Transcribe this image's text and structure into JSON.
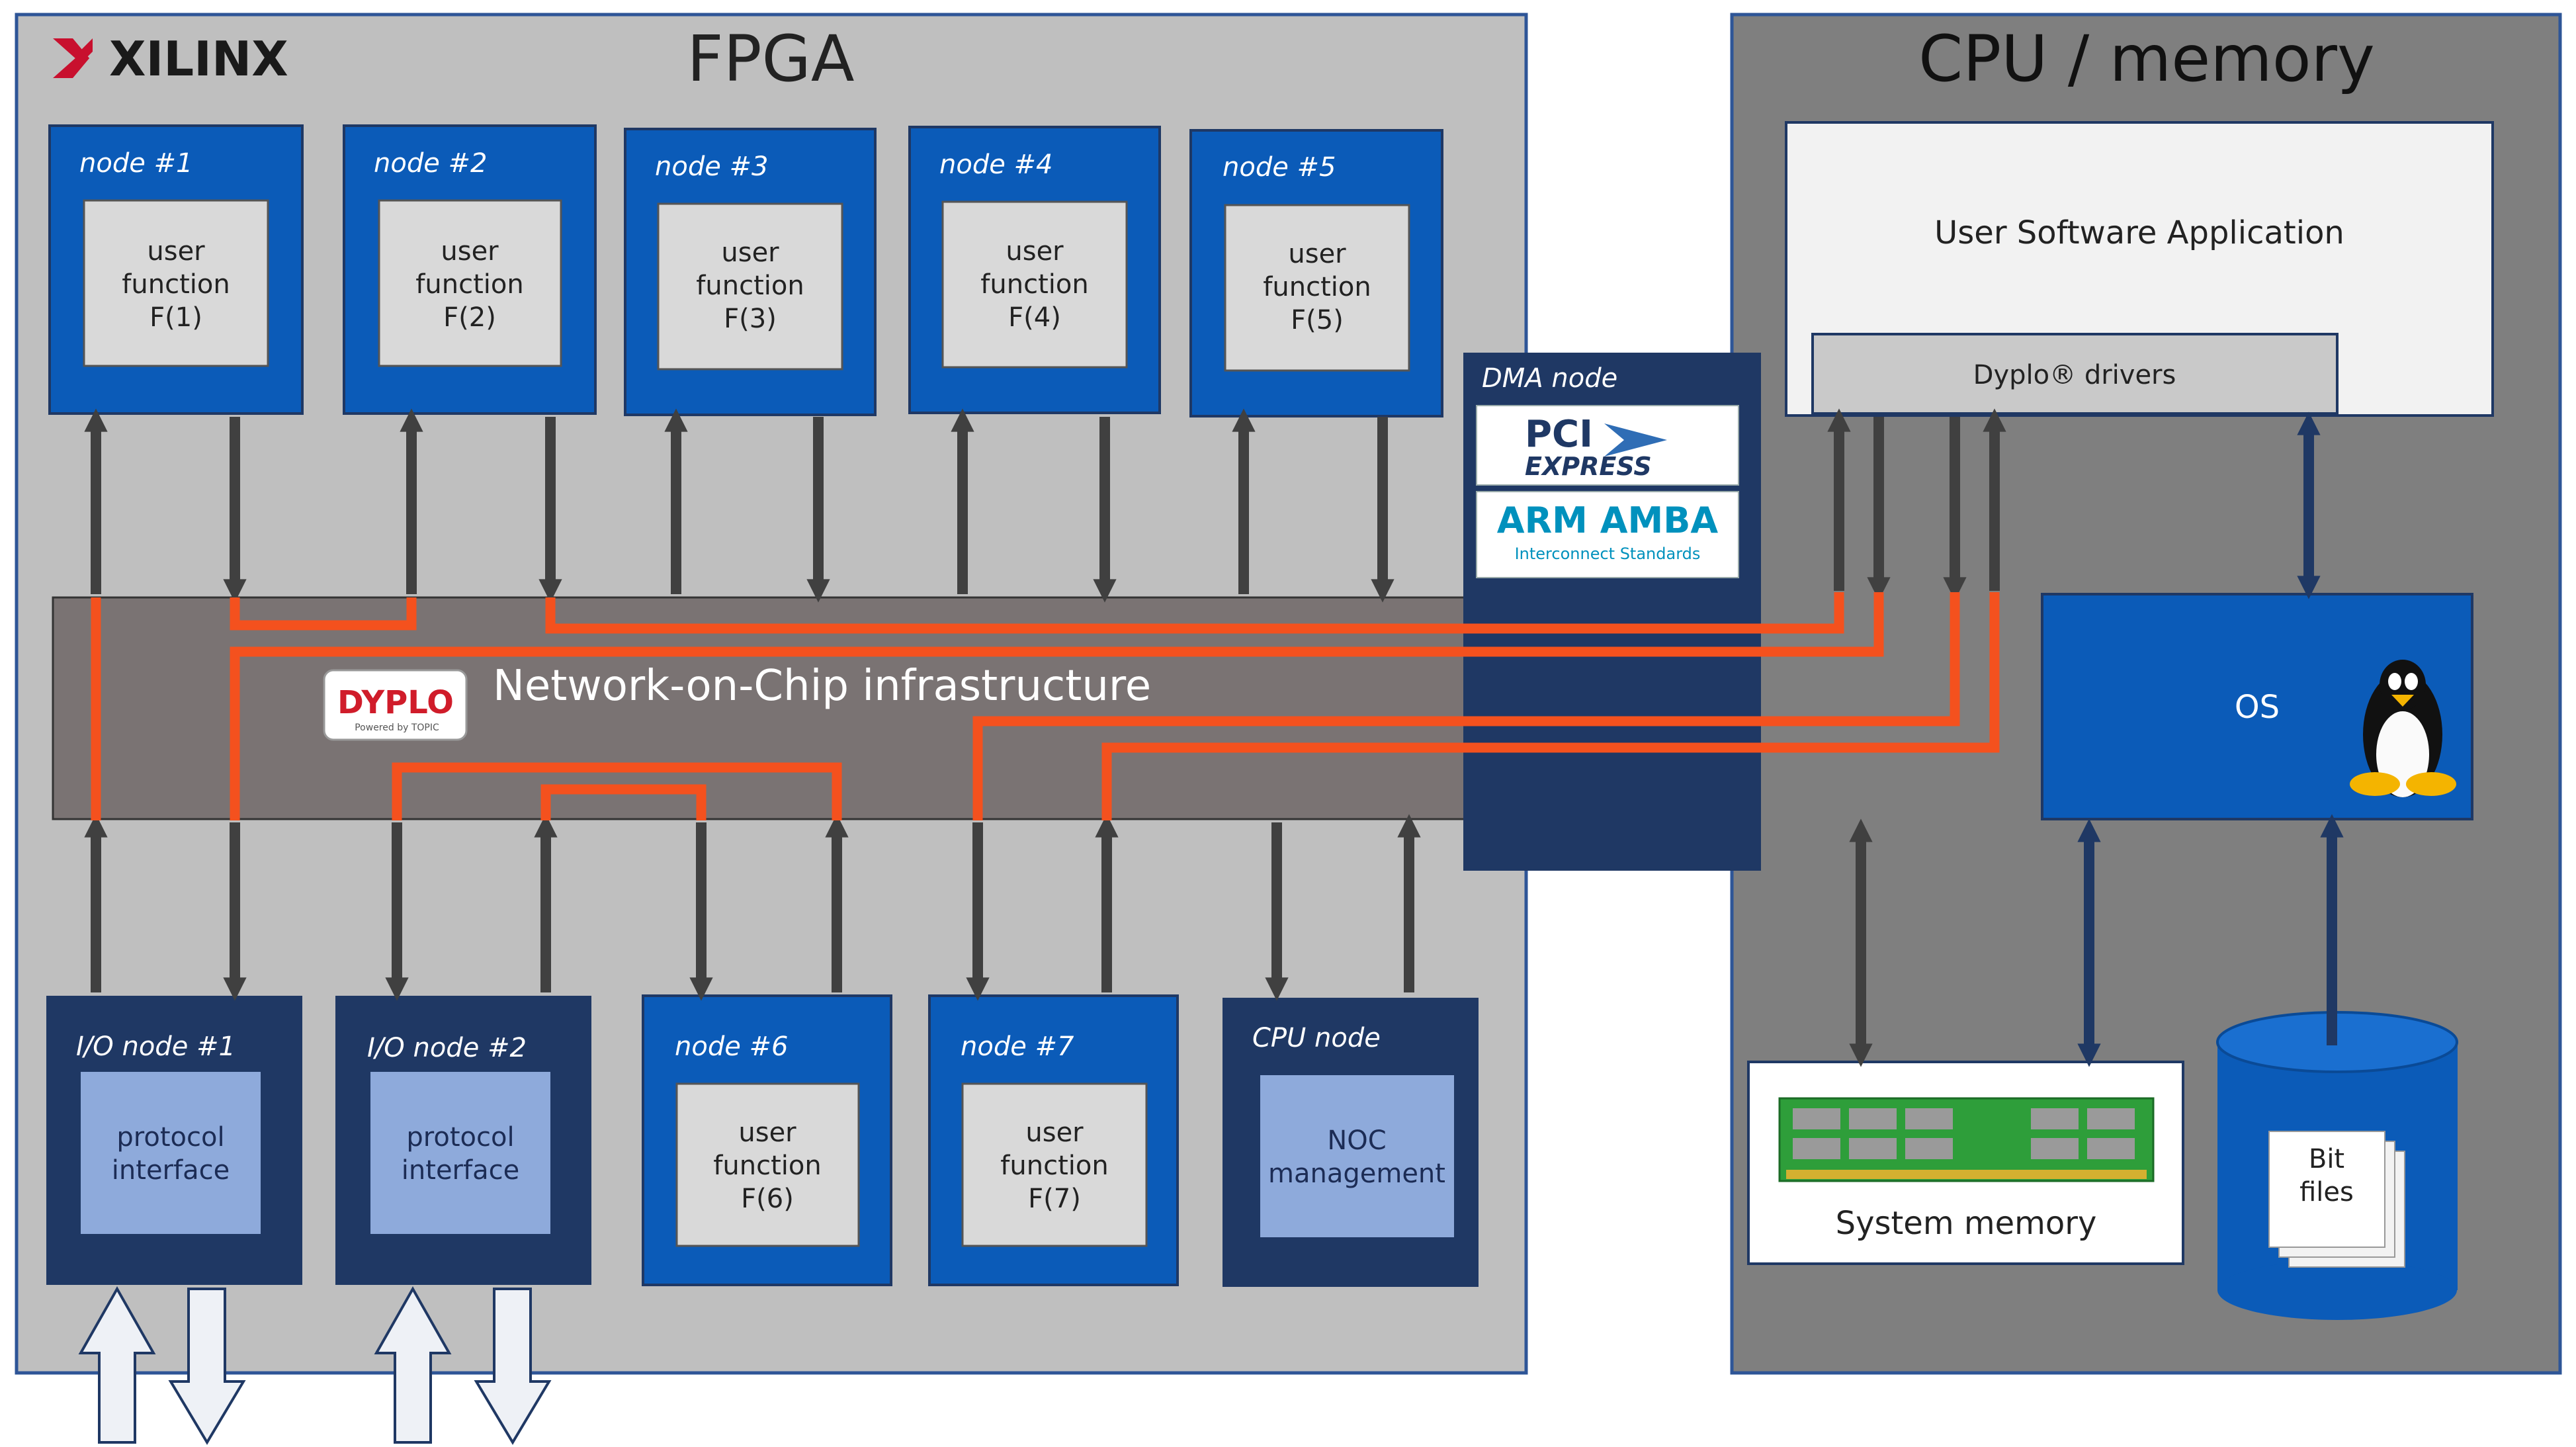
{
  "fpga": {
    "title": "FPGA",
    "logo": "XILINX",
    "logo_icon": "xilinx-logo-icon"
  },
  "cpu_memory": {
    "title": "CPU / memory",
    "app_label": "User Software Application",
    "drivers_label": "Dyplo® drivers",
    "os_label": "OS",
    "os_icon": "tux-penguin-icon",
    "system_memory_label": "System memory",
    "memory_icon": "ram-module-icon",
    "bitfiles_line1": "Bit",
    "bitfiles_line2": "files"
  },
  "noc": {
    "label": "Network-on-Chip infrastructure",
    "logo_text": "DYPLO",
    "logo_sub": "Powered by TOPIC"
  },
  "dma": {
    "title": "DMA node",
    "pci_line1": "PCI",
    "pci_line2": "EXPRESS",
    "arm_line1": "ARM AMBA",
    "arm_line2": "Interconnect Standards"
  },
  "top_nodes": [
    {
      "title": "node #1",
      "line1": "user",
      "line2": "function",
      "line3": "F(1)"
    },
    {
      "title": "node #2",
      "line1": "user",
      "line2": "function",
      "line3": "F(2)"
    },
    {
      "title": "node #3",
      "line1": "user",
      "line2": "function",
      "line3": "F(3)"
    },
    {
      "title": "node #4",
      "line1": "user",
      "line2": "function",
      "line3": "F(4)"
    },
    {
      "title": "node #5",
      "line1": "user",
      "line2": "function",
      "line3": "F(5)"
    }
  ],
  "bottom_nodes": [
    {
      "title": "I/O node #1",
      "line1": "protocol",
      "line2": "interface"
    },
    {
      "title": "I/O node #2",
      "line1": "protocol",
      "line2": "interface"
    },
    {
      "title": "node #6",
      "line1": "user",
      "line2": "function",
      "line3": "F(6)"
    },
    {
      "title": "node #7",
      "line1": "user",
      "line2": "function",
      "line3": "F(7)"
    },
    {
      "title": "CPU node",
      "line1": "NOC",
      "line2": "management"
    }
  ],
  "colors": {
    "fpga_bg": "#bfbfbf",
    "cpu_bg": "#7f7f7f",
    "noc_bg": "#7a7373",
    "node_blue": "#0b5bb8",
    "node_navy": "#1f3864",
    "inner_grey": "#d9d9d9",
    "inner_lightblue": "#8eaadb",
    "route_orange": "#f4511e",
    "arrow_dark": "#404040",
    "arrow_navy": "#1f3864"
  }
}
